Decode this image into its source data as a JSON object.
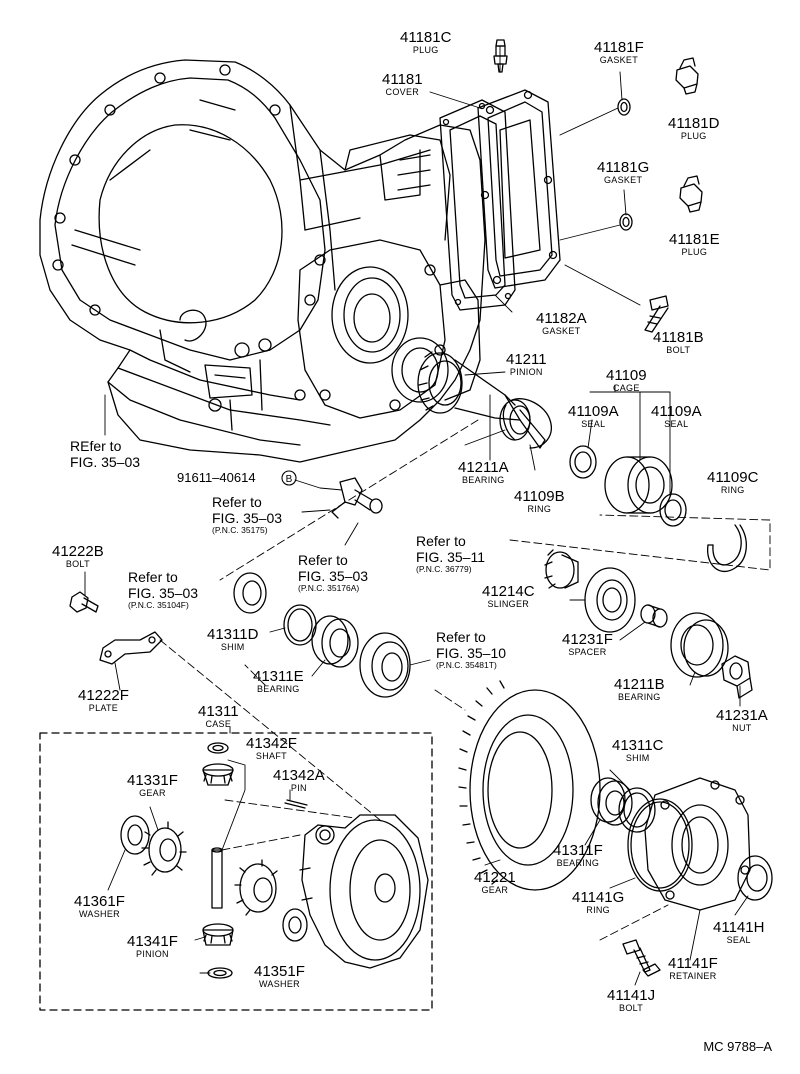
{
  "labels": [
    {
      "id": "p41181C",
      "num": "41181C",
      "name": "PLUG"
    },
    {
      "id": "p41181",
      "num": "41181",
      "name": "COVER"
    },
    {
      "id": "p41181F",
      "num": "41181F",
      "name": "GASKET"
    },
    {
      "id": "p41181D",
      "num": "41181D",
      "name": "PLUG"
    },
    {
      "id": "p41181G",
      "num": "41181G",
      "name": "GASKET"
    },
    {
      "id": "p41181E",
      "num": "41181E",
      "name": "PLUG"
    },
    {
      "id": "p41182A",
      "num": "41182A",
      "name": "GASKET"
    },
    {
      "id": "p41181B",
      "num": "41181B",
      "name": "BOLT"
    },
    {
      "id": "p41211",
      "num": "41211",
      "name": "PINION"
    },
    {
      "id": "p41109",
      "num": "41109",
      "name": "CAGE"
    },
    {
      "id": "p41109A1",
      "num": "41109A",
      "name": "SEAL"
    },
    {
      "id": "p41109A2",
      "num": "41109A",
      "name": "SEAL"
    },
    {
      "id": "p41211A",
      "num": "41211A",
      "name": "BEARING"
    },
    {
      "id": "p41109B",
      "num": "41109B",
      "name": "RING"
    },
    {
      "id": "p41109C",
      "num": "41109C",
      "name": "RING"
    },
    {
      "id": "p41222B",
      "num": "41222B",
      "name": "BOLT"
    },
    {
      "id": "p41214C",
      "num": "41214C",
      "name": "SLINGER"
    },
    {
      "id": "p41311D",
      "num": "41311D",
      "name": "SHIM"
    },
    {
      "id": "p41231F",
      "num": "41231F",
      "name": "SPACER"
    },
    {
      "id": "p41311E",
      "num": "41311E",
      "name": "BEARING"
    },
    {
      "id": "p41211B",
      "num": "41211B",
      "name": "BEARING"
    },
    {
      "id": "p41231A",
      "num": "41231A",
      "name": "NUT"
    },
    {
      "id": "p41222F",
      "num": "41222F",
      "name": "PLATE"
    },
    {
      "id": "p41311",
      "num": "41311",
      "name": "CASE"
    },
    {
      "id": "p41342F",
      "num": "41342F",
      "name": "SHAFT"
    },
    {
      "id": "p41342A",
      "num": "41342A",
      "name": "PIN"
    },
    {
      "id": "p41331F",
      "num": "41331F",
      "name": "GEAR"
    },
    {
      "id": "p41311C",
      "num": "41311C",
      "name": "SHIM"
    },
    {
      "id": "p41311F",
      "num": "41311F",
      "name": "BEARING"
    },
    {
      "id": "p41221",
      "num": "41221",
      "name": "GEAR"
    },
    {
      "id": "p41361F",
      "num": "41361F",
      "name": "WASHER"
    },
    {
      "id": "p41141G",
      "num": "41141G",
      "name": "RING"
    },
    {
      "id": "p41141H",
      "num": "41141H",
      "name": "SEAL"
    },
    {
      "id": "p41341F",
      "num": "41341F",
      "name": "PINION"
    },
    {
      "id": "p41141F",
      "num": "41141F",
      "name": "RETAINER"
    },
    {
      "id": "p41351F",
      "num": "41351F",
      "name": "WASHER"
    },
    {
      "id": "p41141J",
      "num": "41141J",
      "name": "BOLT"
    }
  ],
  "refs": [
    {
      "id": "r1",
      "l1": "REfer to",
      "l2": "FIG. 35–03",
      "pnc": ""
    },
    {
      "id": "r2",
      "l1": "Refer to",
      "l2": "FIG. 35–03",
      "pnc": "(P.N.C. 35175)"
    },
    {
      "id": "r3",
      "l1": "Refer to",
      "l2": "FIG. 35–03",
      "pnc": "(P.N.C. 35176A)"
    },
    {
      "id": "r4",
      "l1": "Refer to",
      "l2": "FIG. 35–11",
      "pnc": "(P.N.C. 36779)"
    },
    {
      "id": "r5",
      "l1": "Refer to",
      "l2": "FIG. 35–03",
      "pnc": "(P.N.C. 35104F)"
    },
    {
      "id": "r6",
      "l1": "Refer to",
      "l2": "FIG. 35–10",
      "pnc": "(P.N.C. 35481T)"
    }
  ],
  "part_91611": "91611–40614",
  "part_91611_mark": "B",
  "diagram_code": "MC 9788–A"
}
